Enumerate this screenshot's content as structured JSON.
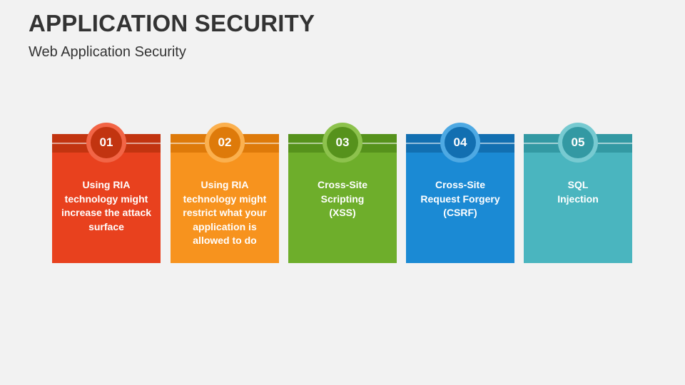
{
  "header": {
    "title": "APPLICATION SECURITY",
    "subtitle": "Web Application Security"
  },
  "cards": [
    {
      "number": "01",
      "lines": [
        "Using RIA",
        "technology might",
        "increase the attack",
        "surface"
      ],
      "color": "#e8411e",
      "band_color": "#c23410",
      "ring_color": "#f26546"
    },
    {
      "number": "02",
      "lines": [
        "Using RIA",
        "technology might",
        "restrict what your",
        "application is",
        "allowed to do"
      ],
      "color": "#f7931e",
      "band_color": "#de7a0a",
      "ring_color": "#fbb04e"
    },
    {
      "number": "03",
      "lines": [
        "Cross-Site",
        "Scripting",
        "(XSS)"
      ],
      "color": "#6eae2b",
      "band_color": "#56921c",
      "ring_color": "#8dc24d"
    },
    {
      "number": "04",
      "lines": [
        "Cross-Site",
        "Request Forgery",
        "(CSRF)"
      ],
      "color": "#1b8ad4",
      "band_color": "#126fb1",
      "ring_color": "#4ea9e3"
    },
    {
      "number": "05",
      "lines": [
        "SQL",
        "Injection"
      ],
      "color": "#4ab5bf",
      "band_color": "#3399a3",
      "ring_color": "#77cad1"
    }
  ]
}
